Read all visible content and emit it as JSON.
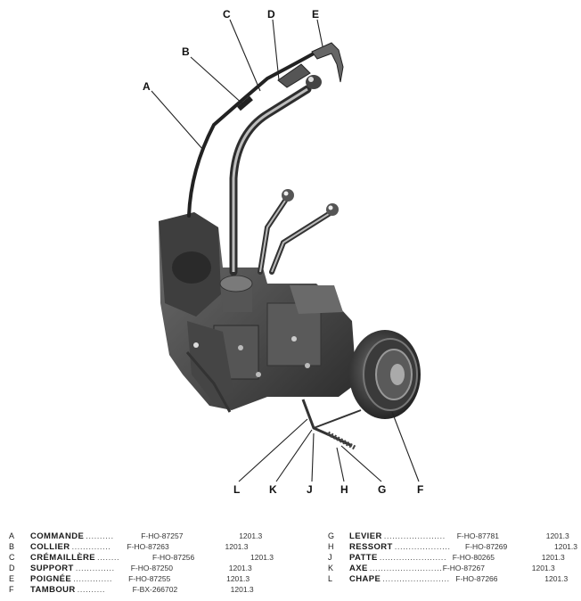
{
  "callouts": [
    {
      "id": "A",
      "label": "A"
    },
    {
      "id": "B",
      "label": "B"
    },
    {
      "id": "C",
      "label": "C"
    },
    {
      "id": "D",
      "label": "D"
    },
    {
      "id": "E",
      "label": "E"
    },
    {
      "id": "F",
      "label": "F"
    },
    {
      "id": "G",
      "label": "G"
    },
    {
      "id": "H",
      "label": "H"
    },
    {
      "id": "J",
      "label": "J"
    },
    {
      "id": "K",
      "label": "K"
    },
    {
      "id": "L",
      "label": "L"
    }
  ],
  "legend": {
    "left": [
      {
        "letter": "A",
        "name": "COMMANDE",
        "dots": "..........",
        "ref": "F-HO-87257",
        "code": "1201.3"
      },
      {
        "letter": "B",
        "name": "COLLIER",
        "dots": "..............",
        "ref": "F-HO-87263",
        "code": "1201.3"
      },
      {
        "letter": "C",
        "name": "CRÉMAILLÈRE",
        "dots": "........",
        "ref": "F-HO-87256",
        "code": "1201.3"
      },
      {
        "letter": "D",
        "name": "SUPPORT",
        "dots": "..............",
        "ref": "F-HO-87250",
        "code": "1201.3"
      },
      {
        "letter": "E",
        "name": "POIGNÉE",
        "dots": "..............",
        "ref": "F-HO-87255",
        "code": "1201.3"
      },
      {
        "letter": "F",
        "name": "TAMBOUR",
        "dots": "..........",
        "ref": "F-BX-266702",
        "code": "1201.3"
      }
    ],
    "right": [
      {
        "letter": "G",
        "name": "LEVIER",
        "dots": "......................",
        "ref": "F-HO-87781",
        "code": "1201.3"
      },
      {
        "letter": "H",
        "name": "RESSORT",
        "dots": "....................",
        "ref": "F-HO-87269",
        "code": "1201.3"
      },
      {
        "letter": "J",
        "name": "PATTE",
        "dots": "........................",
        "ref": "F-HO-80265",
        "code": "1201.3"
      },
      {
        "letter": "K",
        "name": "AXE",
        "dots": "..............................",
        "ref": "F-HO-87267",
        "code": "1201.3"
      },
      {
        "letter": "L",
        "name": "CHAPE",
        "dots": "........................",
        "ref": "F-HO-87266",
        "code": "1201.3"
      }
    ]
  }
}
